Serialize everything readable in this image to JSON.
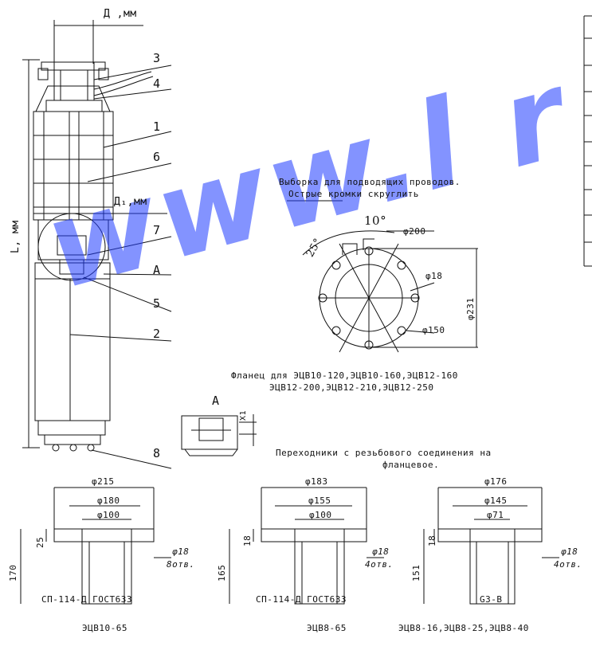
{
  "watermark": "www.l r o m",
  "main_pump": {
    "dim_d": "Д ,мм",
    "dim_d1": "Д₁,мм",
    "dim_l": "L, мм",
    "callouts": [
      "3",
      "4",
      "1",
      "6",
      "7",
      "А",
      "5",
      "2",
      "8"
    ]
  },
  "detail_a": {
    "label": "А",
    "dim": "X1"
  },
  "flange": {
    "notes": [
      "Выборка для подводящих проводов.",
      "Острые кромки скруглить"
    ],
    "angle_10": "10°",
    "angle_25": "25°",
    "d200": "φ200",
    "d18": "φ18",
    "d231": "φ231",
    "d150": "φ150",
    "caption": [
      "Фланец для ЭЦВ10-120,ЭЦВ10-160,ЭЦВ12-160",
      "ЭЦВ12-200,ЭЦВ12-210,ЭЦВ12-250"
    ]
  },
  "adapters": {
    "title": [
      "Переходники с резьбового соединения на",
      "фланцевое."
    ],
    "items": [
      {
        "outer": "φ215",
        "mid": "φ180",
        "inner": "φ100",
        "flange_h": "25",
        "height": "170",
        "hole_d": "φ18",
        "hole_n": "8отв.",
        "thread": "СП-114-Д ГОСТ633",
        "model": "ЭЦВ10-65"
      },
      {
        "outer": "φ183",
        "mid": "φ155",
        "inner": "φ100",
        "flange_h": "18",
        "height": "165",
        "hole_d": "φ18",
        "hole_n": "4отв.",
        "thread": "СП-114-Д ГОСТ633",
        "model": "ЭЦВ8-65"
      },
      {
        "outer": "φ176",
        "mid": "φ145",
        "inner": "φ71",
        "flange_h": "18",
        "height": "151",
        "hole_d": "φ18",
        "hole_n": "4отв.",
        "thread": "G3-B",
        "model": "ЭЦВ8-16,ЭЦВ8-25,ЭЦВ8-40"
      }
    ]
  }
}
